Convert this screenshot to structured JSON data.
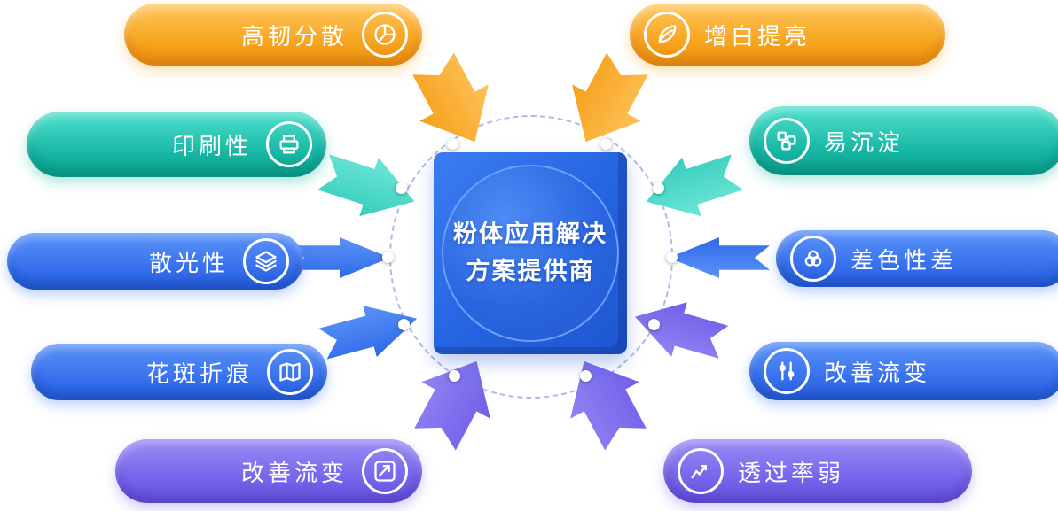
{
  "center": {
    "line1": "粉体应用解决",
    "line2": "方案提供商"
  },
  "left_items": [
    {
      "label": "高韧分散",
      "icon": "pie-chart-icon"
    },
    {
      "label": "印刷性",
      "icon": "printer-icon"
    },
    {
      "label": "散光性",
      "icon": "layers-icon"
    },
    {
      "label": "花斑折痕",
      "icon": "map-icon"
    },
    {
      "label": "改善流变",
      "icon": "trend-box-icon"
    }
  ],
  "right_items": [
    {
      "label": "增白提亮",
      "icon": "leaf-icon"
    },
    {
      "label": "易沉淀",
      "icon": "puzzle-icon"
    },
    {
      "label": "差色性差",
      "icon": "venn-circles-icon"
    },
    {
      "label": "改善流变",
      "icon": "sliders-icon"
    },
    {
      "label": "透过率弱",
      "icon": "line-chart-icon"
    }
  ],
  "colors": {
    "orange": "#F7A41F",
    "teal": "#16B6A3",
    "blue": "#3D7BF5",
    "purple": "#7A6BEE",
    "center_blue": "#2A66E0"
  }
}
